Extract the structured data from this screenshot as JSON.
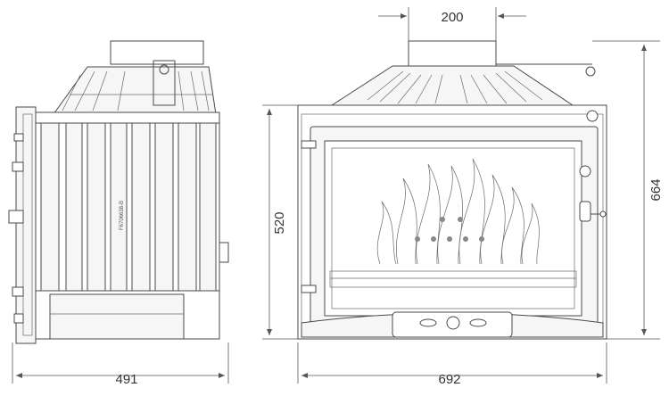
{
  "dimensions": {
    "side_depth": "491",
    "front_width": "692",
    "front_height": "520",
    "total_height": "664",
    "flue_diameter": "200"
  },
  "side_view": {
    "plate_label": "F6706638-B"
  },
  "colors": {
    "line": "#4a4a4a",
    "background": "#ffffff"
  }
}
